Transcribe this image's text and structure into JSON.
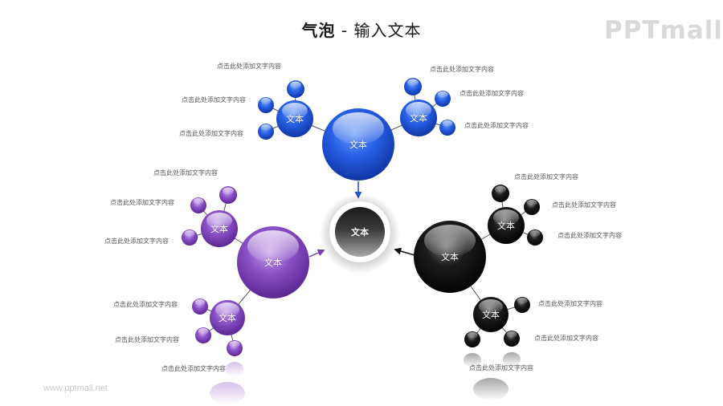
{
  "header": {
    "title_bold": "气泡",
    "title_rest": " - 输入文本"
  },
  "logo": {
    "text": "PPTmall"
  },
  "footer": {
    "url": "www.pptmall.net"
  },
  "colors": {
    "blue": "#1f4fd6",
    "purple": "#7b3fb5",
    "black": "#111111",
    "center": "#2a2a2a",
    "label_text": "#555555",
    "connector": "#555555"
  },
  "center_node": {
    "label": "文本"
  },
  "groups": {
    "blue": {
      "main_label": "文本",
      "sub_left": {
        "label": "文本",
        "items": [
          "点击此处添加文字内容",
          "点击此处添加文字内容",
          "点击此处添加文字内容"
        ]
      },
      "sub_right": {
        "label": "文本",
        "items": [
          "点击此处添加文字内容",
          "点击此处添加文字内容",
          "点击此处添加文字内容"
        ]
      }
    },
    "purple": {
      "main_label": "文本",
      "sub_top": {
        "label": "文本",
        "items": [
          "点击此处添加文字内容",
          "点击此处添加文字内容",
          "点击此处添加文字内容"
        ]
      },
      "sub_bottom": {
        "label": "文本",
        "items": [
          "点击此处添加文字内容",
          "点击此处添加文字内容",
          "点击此处添加文字内容"
        ]
      }
    },
    "black": {
      "main_label": "文本",
      "sub_top": {
        "label": "文本",
        "items": [
          "点击此处添加文字内容",
          "点击此处添加文字内容",
          "点击此处添加文字内容"
        ]
      },
      "sub_bottom": {
        "label": "文本",
        "items": [
          "点击此处添加文字内容",
          "点击此处添加文字内容",
          "点击此处添加文字内容"
        ]
      }
    }
  }
}
